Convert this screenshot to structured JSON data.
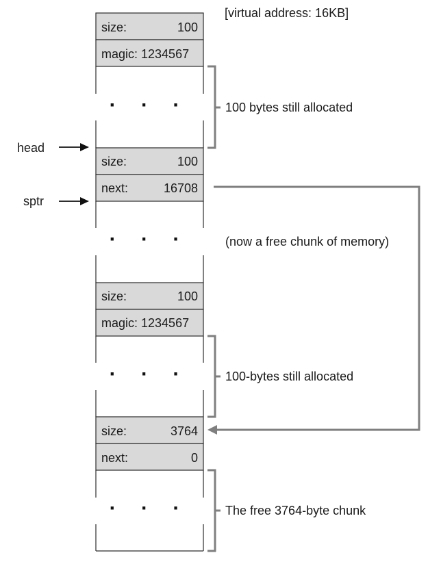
{
  "header_note": "[virtual address: 16KB]",
  "pointers": {
    "head": "head",
    "sptr": "sptr"
  },
  "ellipsis": "· · ·",
  "blocks": [
    {
      "label": "size:",
      "value": "100"
    },
    {
      "label": "magic: 1234567",
      "value": ""
    },
    {
      "label": "size:",
      "value": "100"
    },
    {
      "label": "next:",
      "value": "16708"
    },
    {
      "label": "size:",
      "value": "100"
    },
    {
      "label": "magic: 1234567",
      "value": ""
    },
    {
      "label": "size:",
      "value": "3764"
    },
    {
      "label": "next:",
      "value": "0"
    }
  ],
  "annotations": {
    "allocated_1": "100 bytes still allocated",
    "free_chunk": "(now a free chunk of memory)",
    "allocated_2": "100-bytes still allocated",
    "free_final": "The free 3764-byte chunk"
  },
  "colors": {
    "cell_fill": "#d9d9d9",
    "bracket": "#7f7f7f",
    "line": "#2b2b2b"
  }
}
